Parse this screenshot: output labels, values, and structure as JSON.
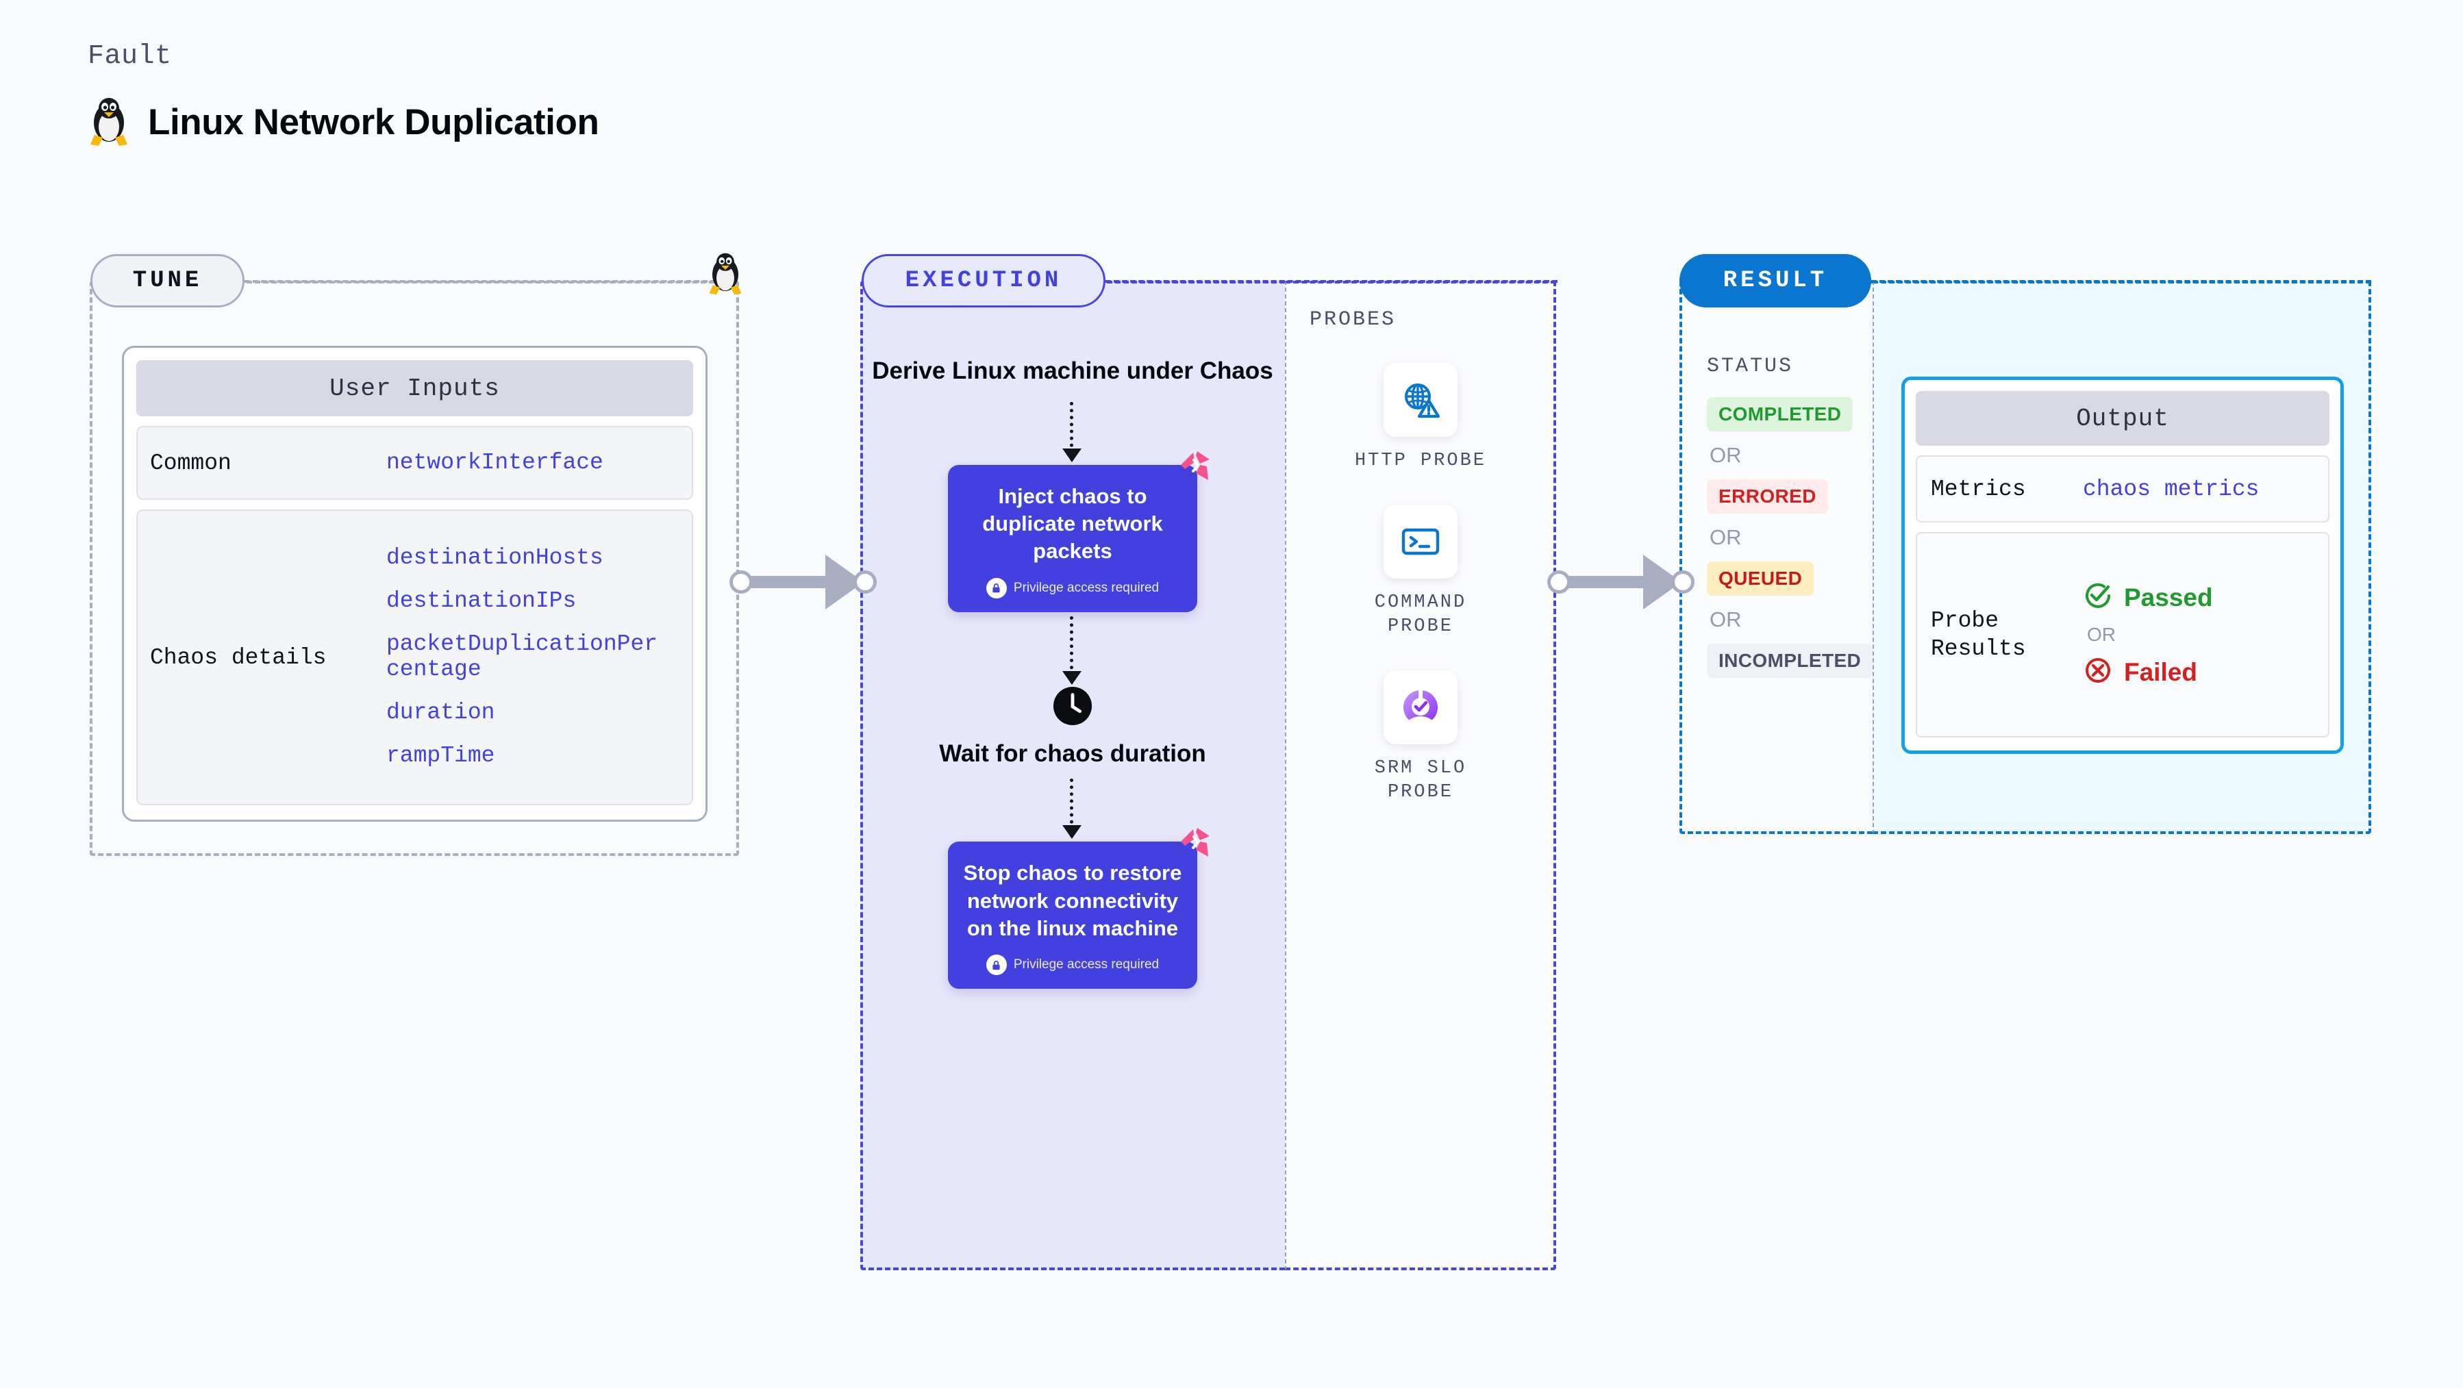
{
  "header": {
    "kicker": "Fault",
    "title": "Linux Network Duplication",
    "icon": "linux-penguin-icon"
  },
  "colors": {
    "accent_purple": "#4340e0",
    "accent_blue": "#0a76d0",
    "accent_cyan": "#12a0e8",
    "neutral_border": "#a8aec1",
    "pink_logo": "#f4528b",
    "success_green": "#1f9a2e",
    "error_red": "#d32020",
    "warn_amber": "#fdeec2"
  },
  "tune": {
    "pill_label": "TUNE",
    "card": {
      "header": "User Inputs",
      "rows": [
        {
          "key": "Common",
          "values": [
            "networkInterface"
          ]
        },
        {
          "key": "Chaos details",
          "values": [
            "destinationHosts",
            "destinationIPs",
            "packetDuplicationPercentage",
            "duration",
            "rampTime"
          ]
        }
      ]
    }
  },
  "execution": {
    "pill_label": "EXECUTION",
    "steps": [
      {
        "type": "text",
        "label": "Derive Linux machine under Chaos"
      },
      {
        "type": "chaos-card",
        "label": "Inject chaos to duplicate network packets",
        "privilege_note": "Privilege access required"
      },
      {
        "type": "clock",
        "label": "Wait for chaos duration"
      },
      {
        "type": "chaos-card",
        "label": "Stop chaos to restore network connectivity on the linux machine",
        "privilege_note": "Privilege access required"
      }
    ]
  },
  "probes": {
    "section_label": "PROBES",
    "items": [
      {
        "label": "HTTP PROBE",
        "icon": "globe-warning-icon"
      },
      {
        "label": "COMMAND PROBE",
        "icon": "terminal-icon"
      },
      {
        "label": "SRM SLO PROBE",
        "icon": "slo-check-icon"
      }
    ]
  },
  "result": {
    "pill_label": "RESULT",
    "status_label": "STATUS",
    "or_label": "OR",
    "statuses": [
      {
        "label": "COMPLETED",
        "bg": "#ddf5dd",
        "fg": "#1f9a2e"
      },
      {
        "label": "ERRORED",
        "bg": "#fdeaea",
        "fg": "#d32020"
      },
      {
        "label": "QUEUED",
        "bg": "#fdeec2",
        "fg": "#c41a1a"
      },
      {
        "label": "INCOMPLETED",
        "bg": "#eff0f6",
        "fg": "#4a4e66"
      }
    ],
    "output": {
      "header": "Output",
      "metrics_key": "Metrics",
      "metrics_value": "chaos metrics",
      "probe_results_key": "Probe Results",
      "passed_label": "Passed",
      "failed_label": "Failed",
      "or_label": "OR"
    }
  }
}
